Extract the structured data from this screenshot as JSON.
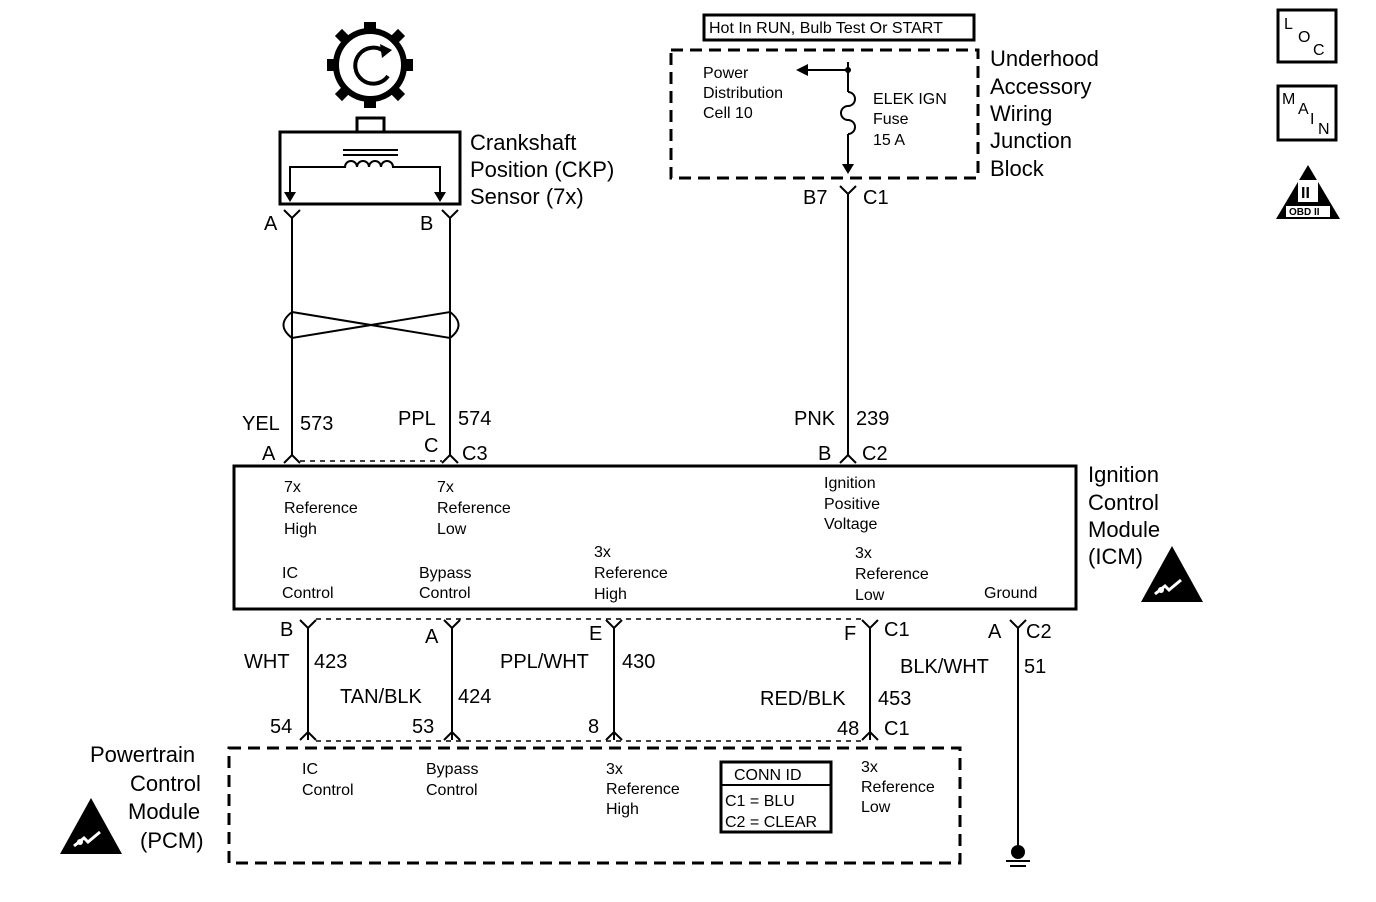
{
  "ckp": {
    "name_l1": "Crankshaft",
    "name_l2": "Position (CKP)",
    "name_l3": "Sensor (7x)",
    "pin_a": "A",
    "pin_b": "B"
  },
  "junction_block": {
    "hot_label": "Hot In RUN, Bulb Test Or START",
    "name_l1": "Underhood",
    "name_l2": "Accessory",
    "name_l3": "Wiring",
    "name_l4": "Junction",
    "name_l5": "Block",
    "power_l1": "Power",
    "power_l2": "Distribution",
    "power_l3": "Cell 10",
    "fuse_l1": "ELEK IGN",
    "fuse_l2": "Fuse",
    "fuse_l3": "15 A",
    "pin": "B7",
    "conn": "C1"
  },
  "wires_top": {
    "w573_color": "YEL",
    "w573_num": "573",
    "w574_color": "PPL",
    "w574_num": "574",
    "w239_color": "PNK",
    "w239_num": "239"
  },
  "icm": {
    "name_l1": "Ignition",
    "name_l2": "Control",
    "name_l3": "Module",
    "name_l4": "(ICM)",
    "pin_a": "A",
    "pin_c": "C",
    "conn_c3": "C3",
    "pin_b_top": "B",
    "conn_c2_top": "C2",
    "t1_l1": "7x",
    "t1_l2": "Reference",
    "t1_l3": "High",
    "t2_l1": "7x",
    "t2_l2": "Reference",
    "t2_l3": "Low",
    "t3_l1": "Ignition",
    "t3_l2": "Positive",
    "t3_l3": "Voltage",
    "b1_l1": "IC",
    "b1_l2": "Control",
    "b2_l1": "Bypass",
    "b2_l2": "Control",
    "b3_l1": "3x",
    "b3_l2": "Reference",
    "b3_l3": "High",
    "b4_l1": "3x",
    "b4_l2": "Reference",
    "b4_l3": "Low",
    "b5": "Ground",
    "pin_b_bot": "B",
    "pin_a_bot": "A",
    "pin_e_bot": "E",
    "pin_f_bot": "F",
    "conn_c1_bot": "C1",
    "pin_a_gnd": "A",
    "conn_c2_gnd": "C2"
  },
  "wires_bottom": {
    "w423_color": "WHT",
    "w423_num": "423",
    "w424_color": "TAN/BLK",
    "w424_num": "424",
    "w430_color": "PPL/WHT",
    "w430_num": "430",
    "w453_color": "RED/BLK",
    "w453_num": "453",
    "w51_color": "BLK/WHT",
    "w51_num": "51"
  },
  "pcm": {
    "name_l1": "Powertrain",
    "name_l2": "Control",
    "name_l3": "Module",
    "name_l4": "(PCM)",
    "pin_54": "54",
    "pin_53": "53",
    "pin_8": "8",
    "pin_48": "48",
    "conn_c1": "C1",
    "t1_l1": "IC",
    "t1_l2": "Control",
    "t2_l1": "Bypass",
    "t2_l2": "Control",
    "t3_l1": "3x",
    "t3_l2": "Reference",
    "t3_l3": "High",
    "t4_l1": "3x",
    "t4_l2": "Reference",
    "t4_l3": "Low",
    "conn_id_title": "CONN ID",
    "conn_id_c1": "C1 = BLU",
    "conn_id_c2": "C2 = CLEAR"
  },
  "icons": {
    "loc_icon": "location-icon",
    "main_icon": "main-icon",
    "obd_icon": "obd-ii-icon",
    "esd_icon": "esd-warning-icon",
    "ground_icon": "ground-icon",
    "loc_l": "L",
    "loc_o": "O",
    "loc_c": "C",
    "main_m": "M",
    "main_a": "A",
    "main_i": "I",
    "main_n": "N",
    "obd_num": "II",
    "obd_text": "OBD II"
  }
}
